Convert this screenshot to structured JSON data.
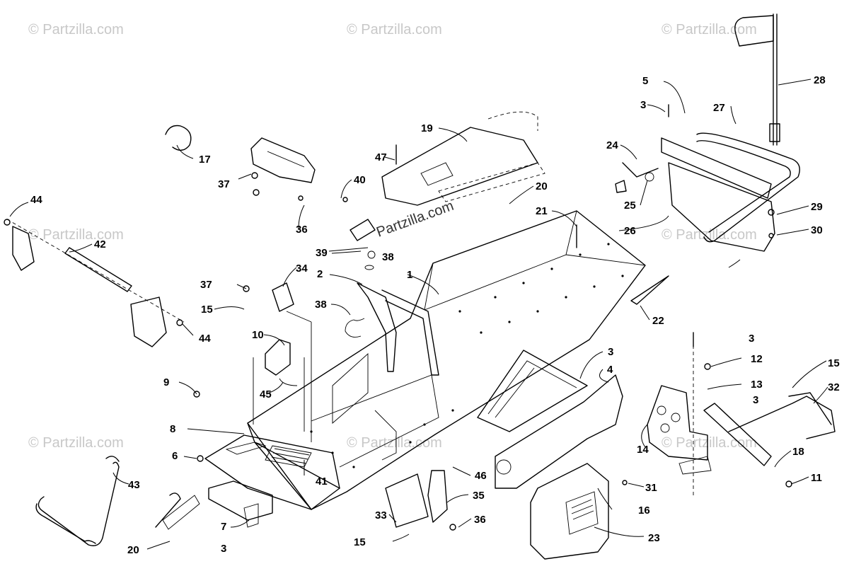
{
  "watermark": {
    "text": "© Partzilla.com",
    "center_text": "Partzilla.com"
  },
  "callouts": [
    "1",
    "2",
    "3",
    "3",
    "3",
    "3",
    "3",
    "4",
    "5",
    "6",
    "7",
    "8",
    "9",
    "10",
    "11",
    "12",
    "13",
    "14",
    "15",
    "15",
    "15",
    "16",
    "17",
    "18",
    "19",
    "20",
    "20",
    "21",
    "22",
    "23",
    "24",
    "25",
    "26",
    "27",
    "28",
    "29",
    "30",
    "31",
    "32",
    "33",
    "34",
    "35",
    "36",
    "36",
    "37",
    "37",
    "38",
    "38",
    "39",
    "40",
    "41",
    "42",
    "43",
    "44",
    "44",
    "45",
    "46",
    "47"
  ]
}
